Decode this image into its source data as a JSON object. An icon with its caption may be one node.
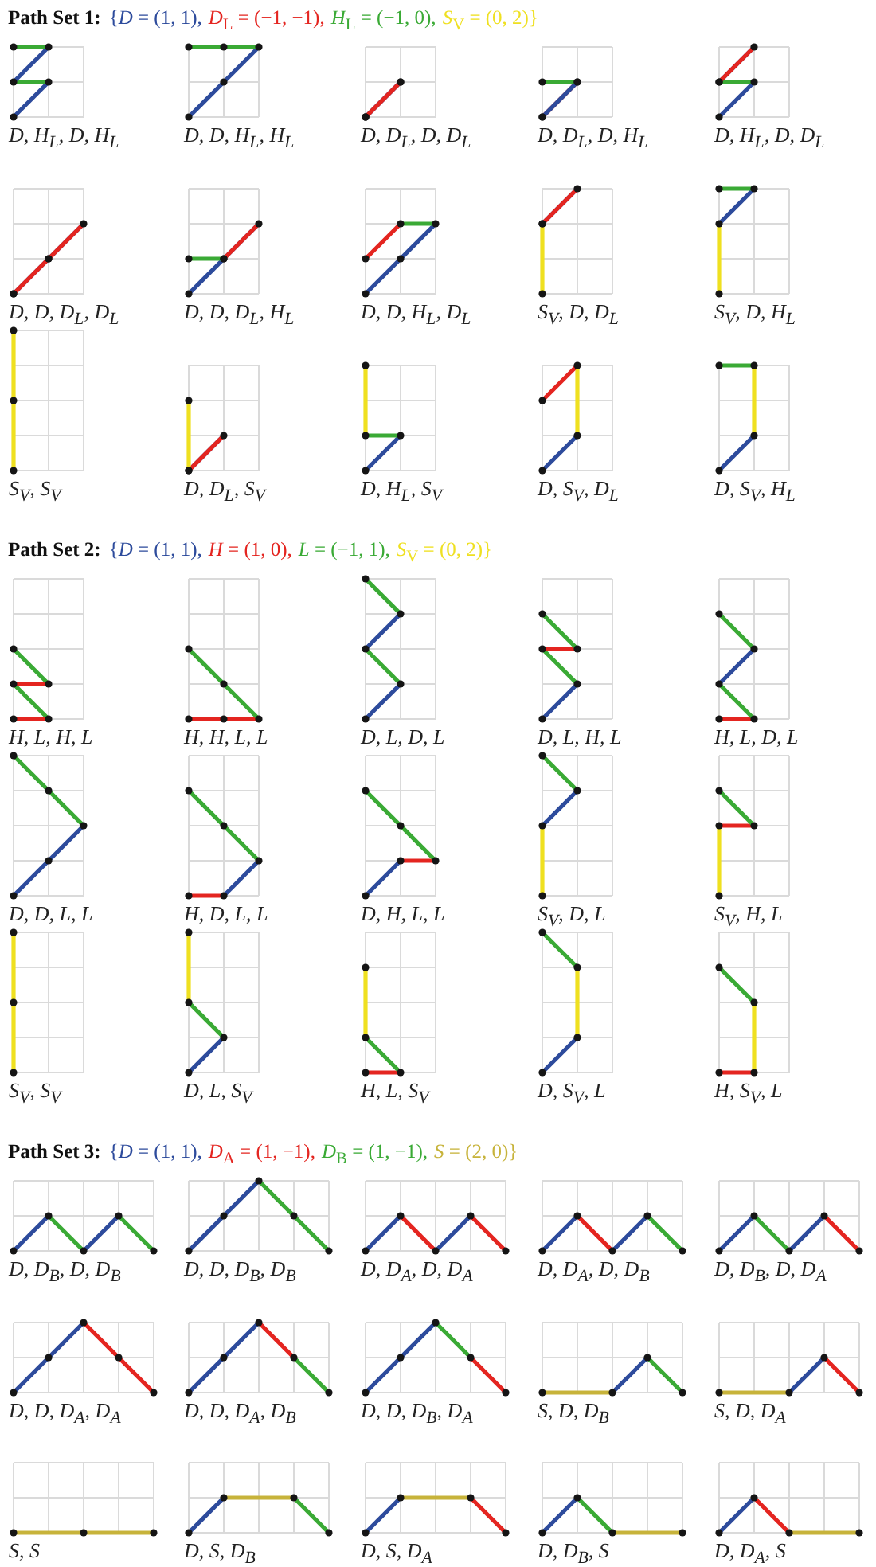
{
  "diagram": {
    "nodes": [
      {
        "text": [
          "D, H$_{L}$, D, H$_{L}$"
        ]
      },
      {
        "text": [
          "D, D, H$_{L}$, H$_{L}$"
        ]
      },
      {
        "text": [
          "D, D$_{L}$, D, D$_{L}$"
        ]
      },
      {
        "text": [
          "D, D$_{L}$, D, H$_{L}$"
        ]
      },
      {
        "text": [
          "D, H$_{L}$, D, D$_{L}$"
        ]
      },
      {
        "text": [
          "D, D, D$_{L}$, D$_{L}$"
        ]
      },
      {
        "text": [
          "D, D, D$_{L}$, H$_{L}$"
        ]
      },
      {
        "text": [
          "D, D, H$_{L}$, D$_{L}$"
        ]
      },
      {
        "text": [
          "S$_{V}$, D, D$_{L}$"
        ]
      },
      {
        "text": [
          "S$_{V}$, D, H$_{L}$"
        ]
      },
      {
        "text": [
          "S$_{V}$, S$_{V}$"
        ]
      },
      {
        "text": [
          "D, D$_{L}$, S$_{V}$"
        ]
      },
      {
        "text": [
          "D, H$_{L}$, S$_{V}$"
        ]
      },
      {
        "text": [
          "D, S$_{V}$, D$_{L}$"
        ]
      },
      {
        "text": [
          "D, S$_{V}$, H$_{L}$"
        ]
      },
      {
        "text": [
          "H, L, H, L"
        ]
      },
      {
        "text": [
          "H, H, L, L"
        ]
      },
      {
        "text": [
          "D, L, D, L"
        ]
      },
      {
        "text": [
          "D, L, H, L"
        ]
      },
      {
        "text": [
          "H, L, D, L"
        ]
      },
      {
        "text": [
          "D, D, L, L"
        ]
      },
      {
        "text": [
          "H, D, L, L"
        ]
      },
      {
        "text": [
          "D, H, L, L"
        ]
      },
      {
        "text": [
          "S$_{V}$, D, L"
        ]
      },
      {
        "text": [
          "S$_{V}$, H, L"
        ]
      },
      {
        "text": [
          "S$_{V}$, S$_{V}$"
        ]
      },
      {
        "text": [
          "D, L, S$_{V}$"
        ]
      },
      {
        "text": [
          "H, L, S$_{V}$"
        ]
      },
      {
        "text": [
          "D, S$_{V}$, L"
        ]
      },
      {
        "text": [
          "H, S$_{V}$, L"
        ]
      },
      {
        "text": [
          "D, D$_{B}$, D, D$_{B}$"
        ]
      },
      {
        "text": [
          "D, D, D$_{B}$, D$_{B}$"
        ]
      },
      {
        "text": [
          "D, D$_{A}$, D, D$_{A}$"
        ]
      },
      {
        "text": [
          "D, D$_{A}$, D, D$_{B}$"
        ]
      },
      {
        "text": [
          "D, D$_{B}$, D, D$_{A}$"
        ]
      },
      {
        "text": [
          "D, D, D$_{A}$, D$_{A}$"
        ]
      },
      {
        "text": [
          "D, D, D$_{A}$, D$_{B}$"
        ]
      },
      {
        "text": [
          "D, D, D$_{B}$, D$_{A}$"
        ]
      },
      {
        "text": [
          "S, D, D$_{B}$"
        ]
      },
      {
        "text": [
          "S, D, D$_{A}$"
        ]
      },
      {
        "text": [
          "S, S"
        ]
      },
      {
        "text": [
          "D, S, D$_{B}$"
        ]
      },
      {
        "text": [
          "D, S, D$_{A}$"
        ]
      },
      {
        "text": [
          "D, D$_{B}$, S"
        ]
      },
      {
        "text": [
          "D, D$_{A}$, S"
        ]
      }
    ],
    "labels": [
      "Path Set 1:",
      "Path Set 2:",
      "Path Set 3:"
    ],
    "legend": [
      {
        "text": "{*D* = (1, 1),",
        "color": "#2d4b9c"
      },
      {
        "text": "*D*$_{L}$ = (−1, −1),",
        "color": "#e42520"
      },
      {
        "text": "*H*$_{L}$ = (−1, 0),",
        "color": "#3aaa35"
      },
      {
        "text": "*S*$_{V}$ = (0, 2)}",
        "color": "#efe020"
      },
      {
        "text": "{*D* = (1, 1),",
        "color": "#2d4b9c"
      },
      {
        "text": "*H* = (1, 0),",
        "color": "#e42520"
      },
      {
        "text": "*L* = (−1, 1),",
        "color": "#3aaa35"
      },
      {
        "text": "*S*$_{V}$ = (0, 2)}",
        "color": "#efe020"
      },
      {
        "text": "{*D* = (1, 1),",
        "color": "#2d4b9c"
      },
      {
        "text": "*D*$_{A}$ = (1, −1),",
        "color": "#e42520"
      },
      {
        "text": "*D*$_{B}$ = (1, −1),",
        "color": "#3aaa35"
      },
      {
        "text": "*S* = (2, 0)}",
        "color": "#c7b33a"
      }
    ]
  }
}
